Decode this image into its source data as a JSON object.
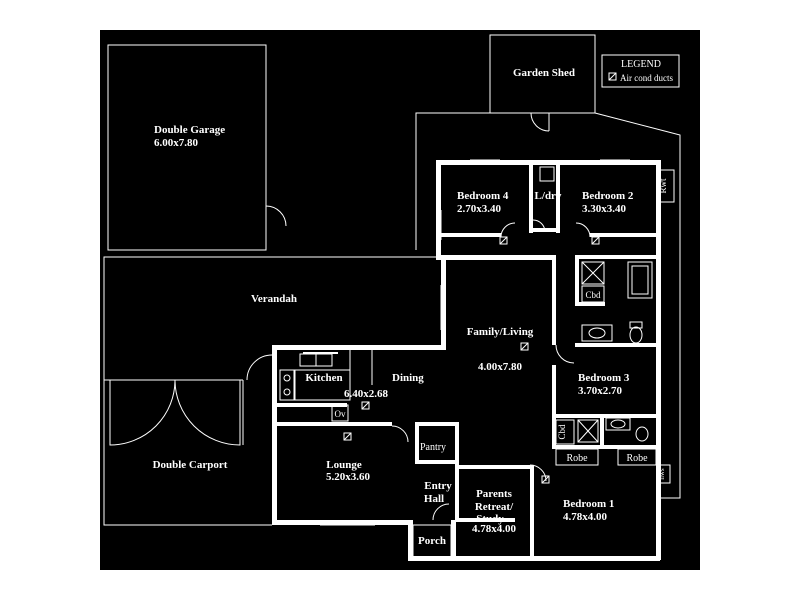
{
  "legend": {
    "title": "LEGEND",
    "item": "Air cond ducts"
  },
  "rooms": {
    "double_garage": {
      "name": "Double Garage",
      "size": "6.00x7.80"
    },
    "garden_shed": {
      "name": "Garden Shed"
    },
    "bedroom4": {
      "name": "Bedroom 4",
      "size": "2.70x3.40"
    },
    "laundry": {
      "name": "L/dry"
    },
    "bedroom2": {
      "name": "Bedroom 2",
      "size": "3.30x3.40"
    },
    "rwt": {
      "name": "Rwt"
    },
    "verandah": {
      "name": "Verandah"
    },
    "family_living": {
      "name": "Family/Living",
      "size": "4.00x7.80"
    },
    "cbd_bath": {
      "name": "Cbd"
    },
    "kitchen": {
      "name": "Kitchen"
    },
    "dining": {
      "name": "Dining",
      "size": "6.40x2.68"
    },
    "oven": {
      "name": "Ov"
    },
    "bedroom3": {
      "name": "Bedroom 3",
      "size": "3.70x2.70"
    },
    "double_carport": {
      "name": "Double Carport"
    },
    "pantry": {
      "name": "Pantry"
    },
    "cbd_ensuite": {
      "name": "Cbd"
    },
    "robe1": {
      "name": "Robe"
    },
    "robe2": {
      "name": "Robe"
    },
    "lounge": {
      "name": "Lounge",
      "size": "5.20x3.60"
    },
    "entry_hall": {
      "line1": "Entry",
      "line2": "Hall"
    },
    "study": {
      "line1": "Parents",
      "line2": "Retreat/",
      "line3": "Study",
      "size": "4.78x4.00"
    },
    "bedroom1": {
      "name": "Bedroom 1",
      "size": "4.78x4.00"
    },
    "hws": {
      "name": "hws"
    },
    "porch": {
      "name": "Porch"
    }
  }
}
